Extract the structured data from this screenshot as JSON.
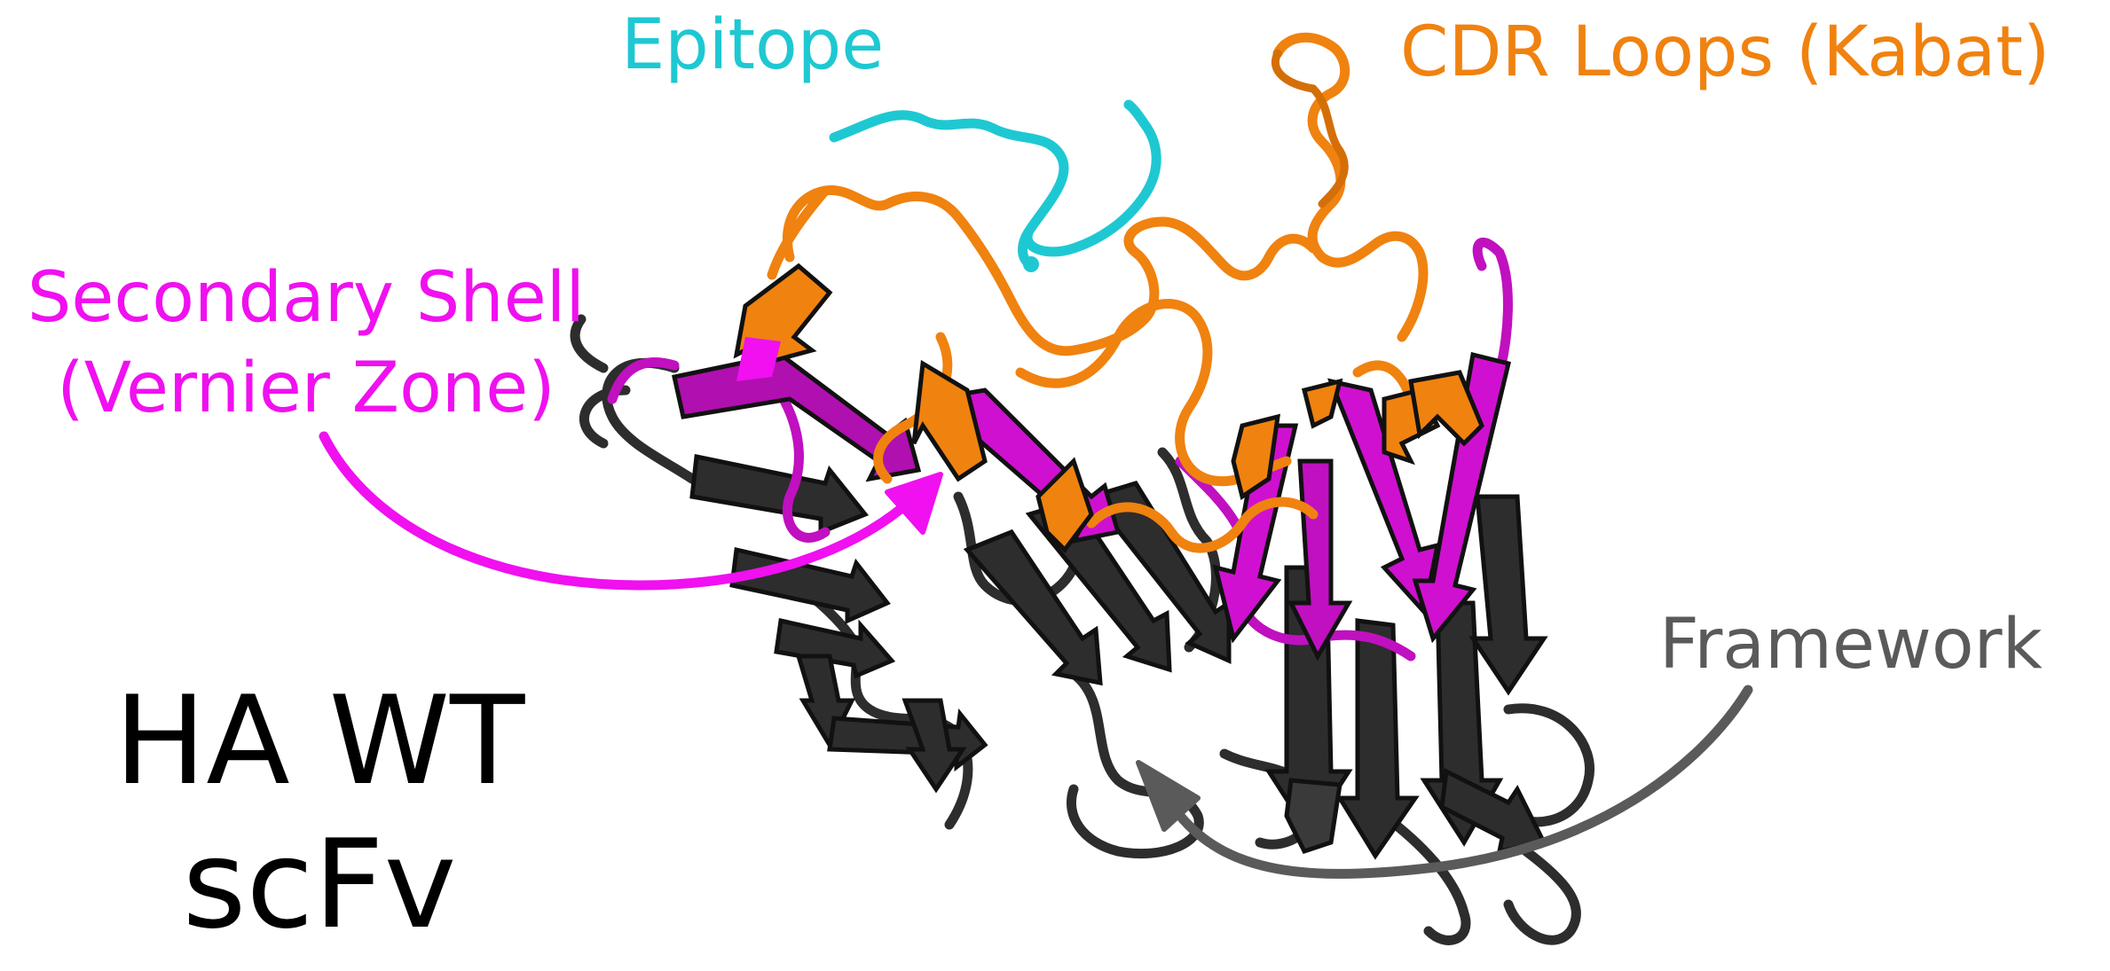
{
  "labels": {
    "epitope": "Epitope",
    "cdr_loops": "CDR Loops (Kabat)",
    "secondary_shell_line1": "Secondary Shell",
    "secondary_shell_line2": "(Vernier Zone)",
    "framework": "Framework",
    "title_line1": "HA WT",
    "title_line2": "scFv"
  },
  "colors": {
    "epitope": "#1ec8d2",
    "cdr_loops": "#f0820f",
    "secondary_shell": "#f010f0",
    "framework": "#5a5a5a",
    "framework_dark": "#2d2d2d",
    "title": "#000000",
    "outline": "#111111"
  }
}
